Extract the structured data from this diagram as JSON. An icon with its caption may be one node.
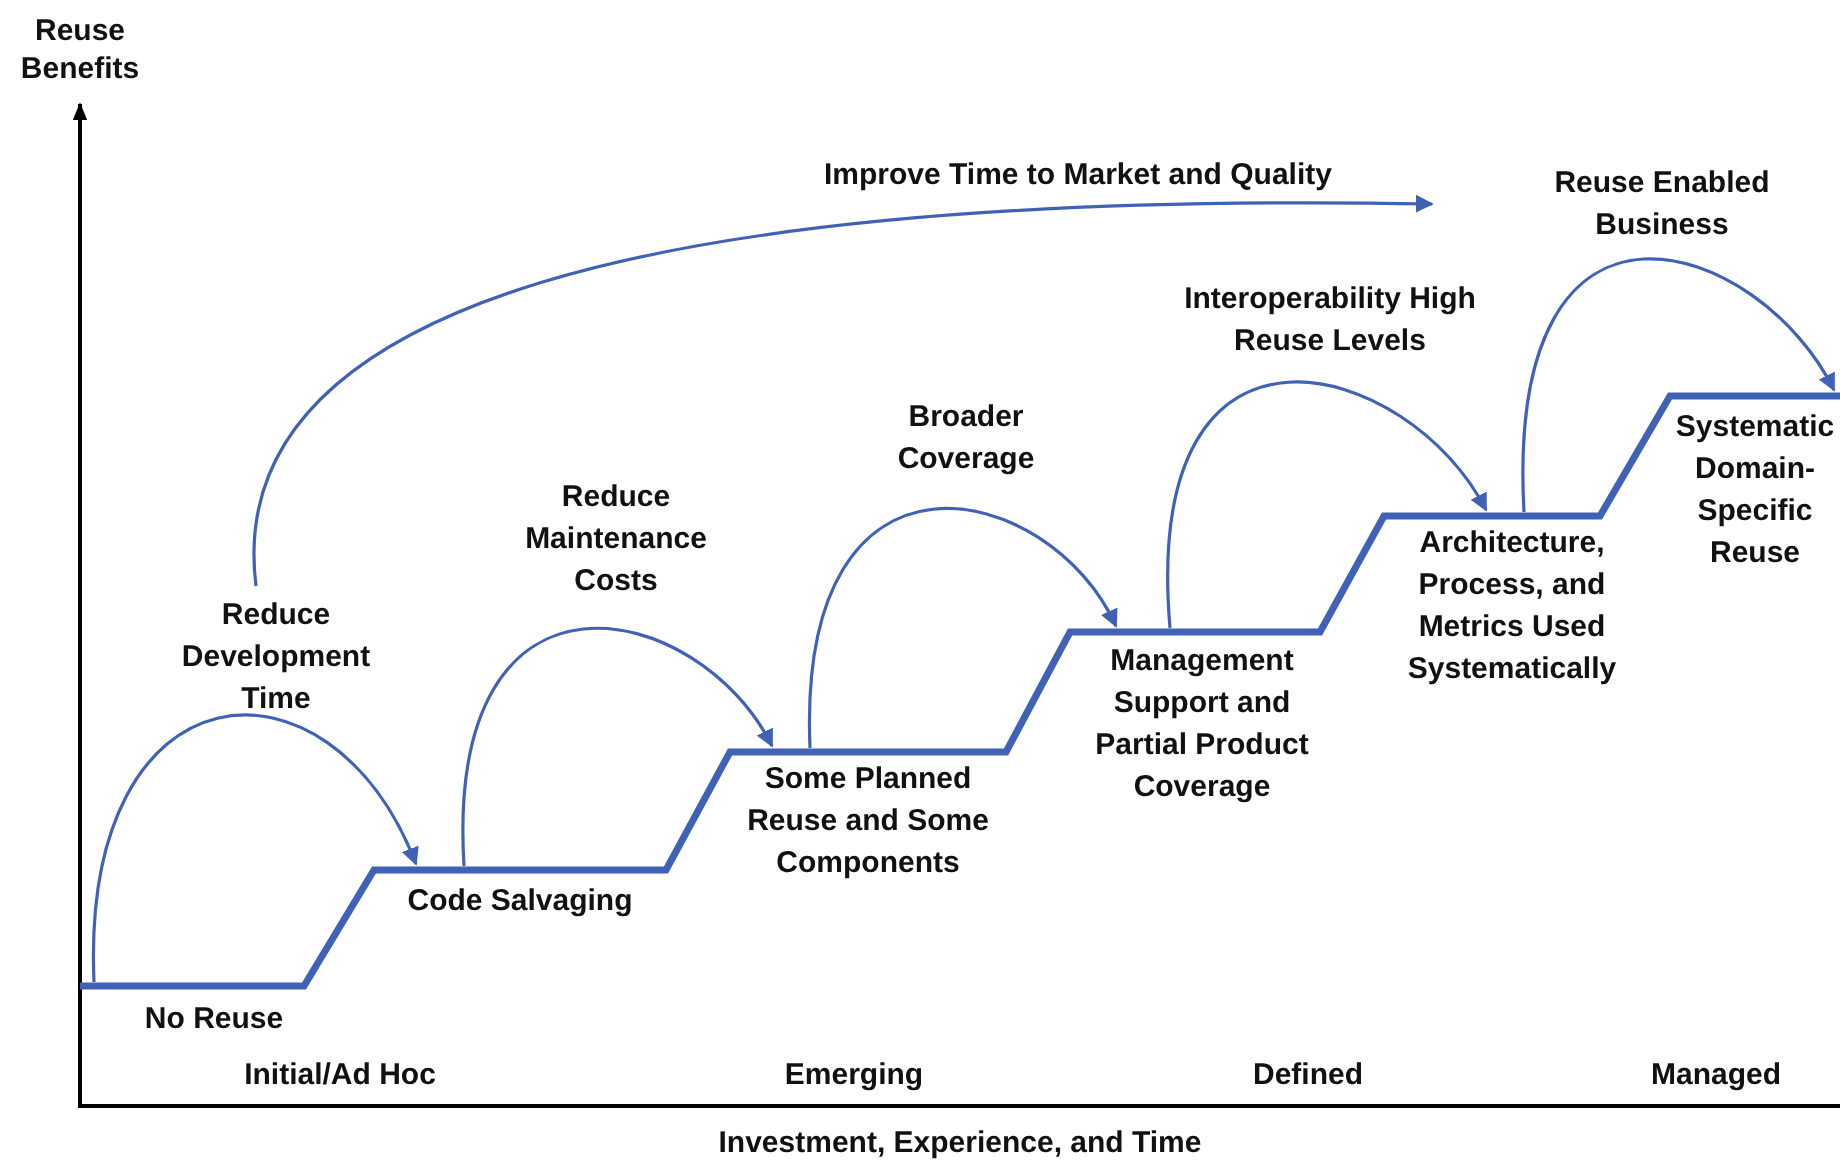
{
  "diagram": {
    "nodes": [
      {
        "text": [
          "No Reuse"
        ]
      },
      {
        "text": [
          "Code Salvaging"
        ]
      },
      {
        "text": [
          "Some Planned Reuse and Some Components"
        ]
      },
      {
        "text": [
          "Management Support and Partial Product Coverage"
        ]
      },
      {
        "text": [
          "Architecture, Process, and Metrics Used Systematically"
        ]
      },
      {
        "text": [
          "Systematic Domain-Specific Reuse"
        ]
      },
      {
        "text": [
          "Reduce Development Time"
        ]
      },
      {
        "text": [
          "Reduce Maintenance Costs"
        ]
      },
      {
        "text": [
          "Broader Coverage"
        ]
      },
      {
        "text": [
          "Interoperability High Reuse Levels"
        ]
      },
      {
        "text": [
          "Reuse Enabled Business"
        ]
      }
    ],
    "edges": [
      {
        "from": 0,
        "to": 1,
        "arrow": "to"
      },
      {
        "from": 1,
        "to": 2,
        "arrow": "to"
      },
      {
        "from": 2,
        "to": 3,
        "arrow": "to"
      },
      {
        "from": 3,
        "to": 4,
        "arrow": "to"
      },
      {
        "from": 4,
        "to": 5,
        "arrow": "to"
      },
      {
        "from": 6,
        "to": null,
        "label": "Improve Time to Market and Quality",
        "arrow": "to"
      }
    ],
    "labels": [
      "Reuse Benefits",
      "Initial/Ad Hoc",
      "Emerging",
      "Defined",
      "Managed",
      "Investment, Experience, and Time"
    ]
  }
}
